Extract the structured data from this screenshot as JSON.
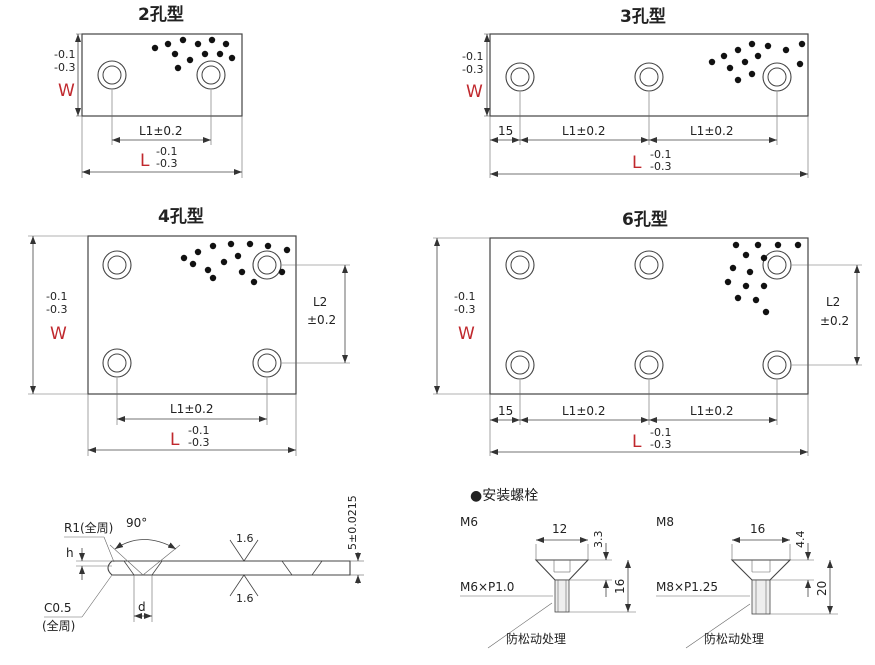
{
  "titles": {
    "two": "2孔型",
    "three": "3孔型",
    "four": "4孔型",
    "six": "6孔型"
  },
  "dims": {
    "l1": "L1±0.2",
    "l2": "L2",
    "l2_tol": "±0.2",
    "L": "L",
    "W": "W",
    "tol_upper": "-0.1",
    "tol_lower": "-0.3",
    "edge": "15"
  },
  "section": {
    "r1": "R1(全周)",
    "angle": "90°",
    "h": "h",
    "c05": "C0.5",
    "c05_sub": "(全周)",
    "d": "d",
    "rough1": "1.6",
    "rough2": "1.6",
    "thickness": "5±0.0215"
  },
  "bolts": {
    "title": "●安装螺栓",
    "m6": {
      "name": "M6",
      "head": "12",
      "head_h": "3.3",
      "thread": "M6×P1.0",
      "length": "16",
      "note": "防松动处理"
    },
    "m8": {
      "name": "M8",
      "head": "16",
      "head_h": "4.4",
      "thread": "M8×P1.25",
      "length": "20",
      "note": "防松动处理"
    }
  },
  "colors": {
    "accent": "#c0282d"
  }
}
